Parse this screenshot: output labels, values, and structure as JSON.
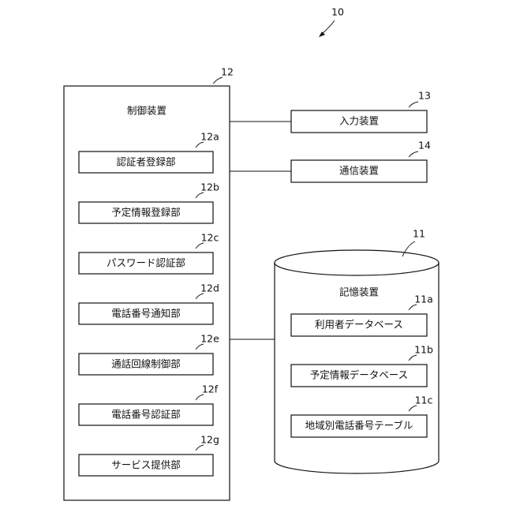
{
  "figure": {
    "ref": "10"
  },
  "control_device": {
    "ref": "12",
    "title": "制御装置",
    "units": [
      {
        "ref": "12a",
        "label": "認証者登録部"
      },
      {
        "ref": "12b",
        "label": "予定情報登録部"
      },
      {
        "ref": "12c",
        "label": "パスワード認証部"
      },
      {
        "ref": "12d",
        "label": "電話番号通知部"
      },
      {
        "ref": "12e",
        "label": "通話回線制御部"
      },
      {
        "ref": "12f",
        "label": "電話番号認証部"
      },
      {
        "ref": "12g",
        "label": "サービス提供部"
      }
    ]
  },
  "input_device": {
    "ref": "13",
    "label": "入力装置"
  },
  "communication_device": {
    "ref": "14",
    "label": "通信装置"
  },
  "storage_device": {
    "ref": "11",
    "title": "記憶装置",
    "tables": [
      {
        "ref": "11a",
        "label": "利用者データベース"
      },
      {
        "ref": "11b",
        "label": "予定情報データベース"
      },
      {
        "ref": "11c",
        "label": "地域別電話番号テーブル"
      }
    ]
  }
}
